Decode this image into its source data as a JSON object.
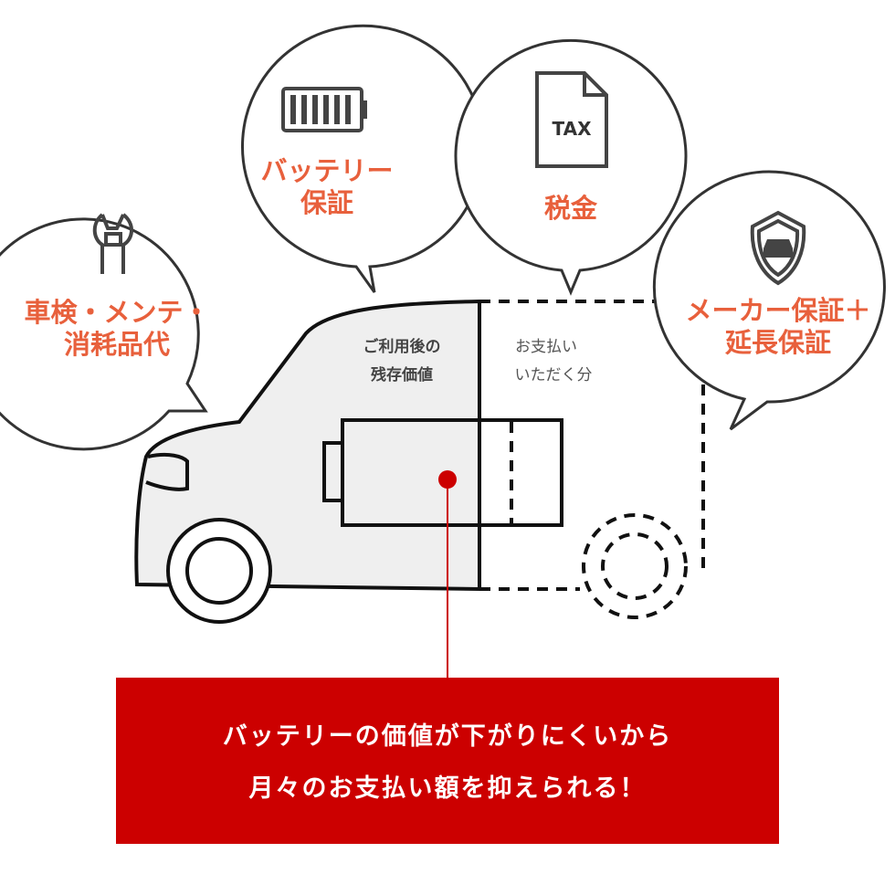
{
  "bubbles": {
    "maintenance": {
      "line1": "車検・メンテ・",
      "line2": "消耗品代",
      "icon": "wrench-icon"
    },
    "battery": {
      "line1": "バッテリー",
      "line2": "保証",
      "icon": "battery-icon"
    },
    "tax": {
      "line1": "税金",
      "icon_text": "TAX",
      "icon": "tax-document-icon"
    },
    "warranty": {
      "line1": "メーカー保証＋",
      "line2": "延長保証",
      "icon": "car-shield-icon"
    }
  },
  "car": {
    "residual_line1": "ご利用後の",
    "residual_line2": "残存価値",
    "payment_line1": "お支払い",
    "payment_line2": "いただく分"
  },
  "banner": {
    "line1": "バッテリーの価値が下がりにくいから",
    "line2": "月々のお支払い額を抑えられる！"
  },
  "colors": {
    "accent": "#e8603c",
    "banner": "#cc0000",
    "body_fill": "#efefef"
  }
}
